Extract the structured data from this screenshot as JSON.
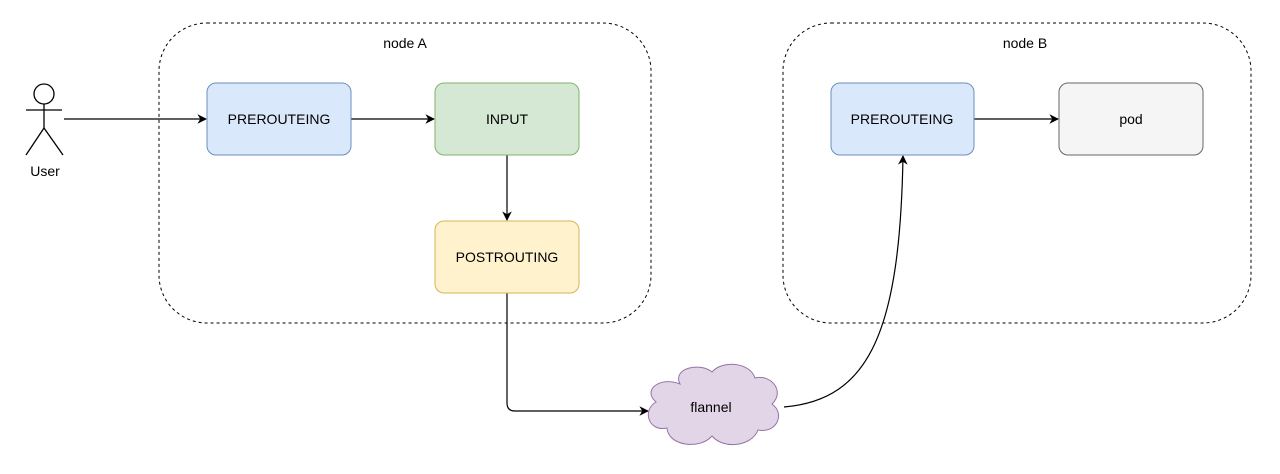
{
  "containers": {
    "node_a": {
      "label": "node A"
    },
    "node_b": {
      "label": "node B"
    }
  },
  "actor": {
    "label": "User"
  },
  "boxes": {
    "a_prerouting": {
      "label": "PREROUTEING",
      "fill": "#dae8fc",
      "stroke": "#6c8ebf"
    },
    "a_input": {
      "label": "INPUT",
      "fill": "#d5e8d4",
      "stroke": "#82b366"
    },
    "a_postrouting": {
      "label": "POSTROUTING",
      "fill": "#fff2cc",
      "stroke": "#d6b656"
    },
    "b_prerouting": {
      "label": "PREROUTEING",
      "fill": "#dae8fc",
      "stroke": "#6c8ebf"
    },
    "b_pod": {
      "label": "pod",
      "fill": "#f5f5f5",
      "stroke": "#666666"
    }
  },
  "cloud": {
    "label": "flannel",
    "fill": "#e1d5e7",
    "stroke": "#9673a6"
  }
}
